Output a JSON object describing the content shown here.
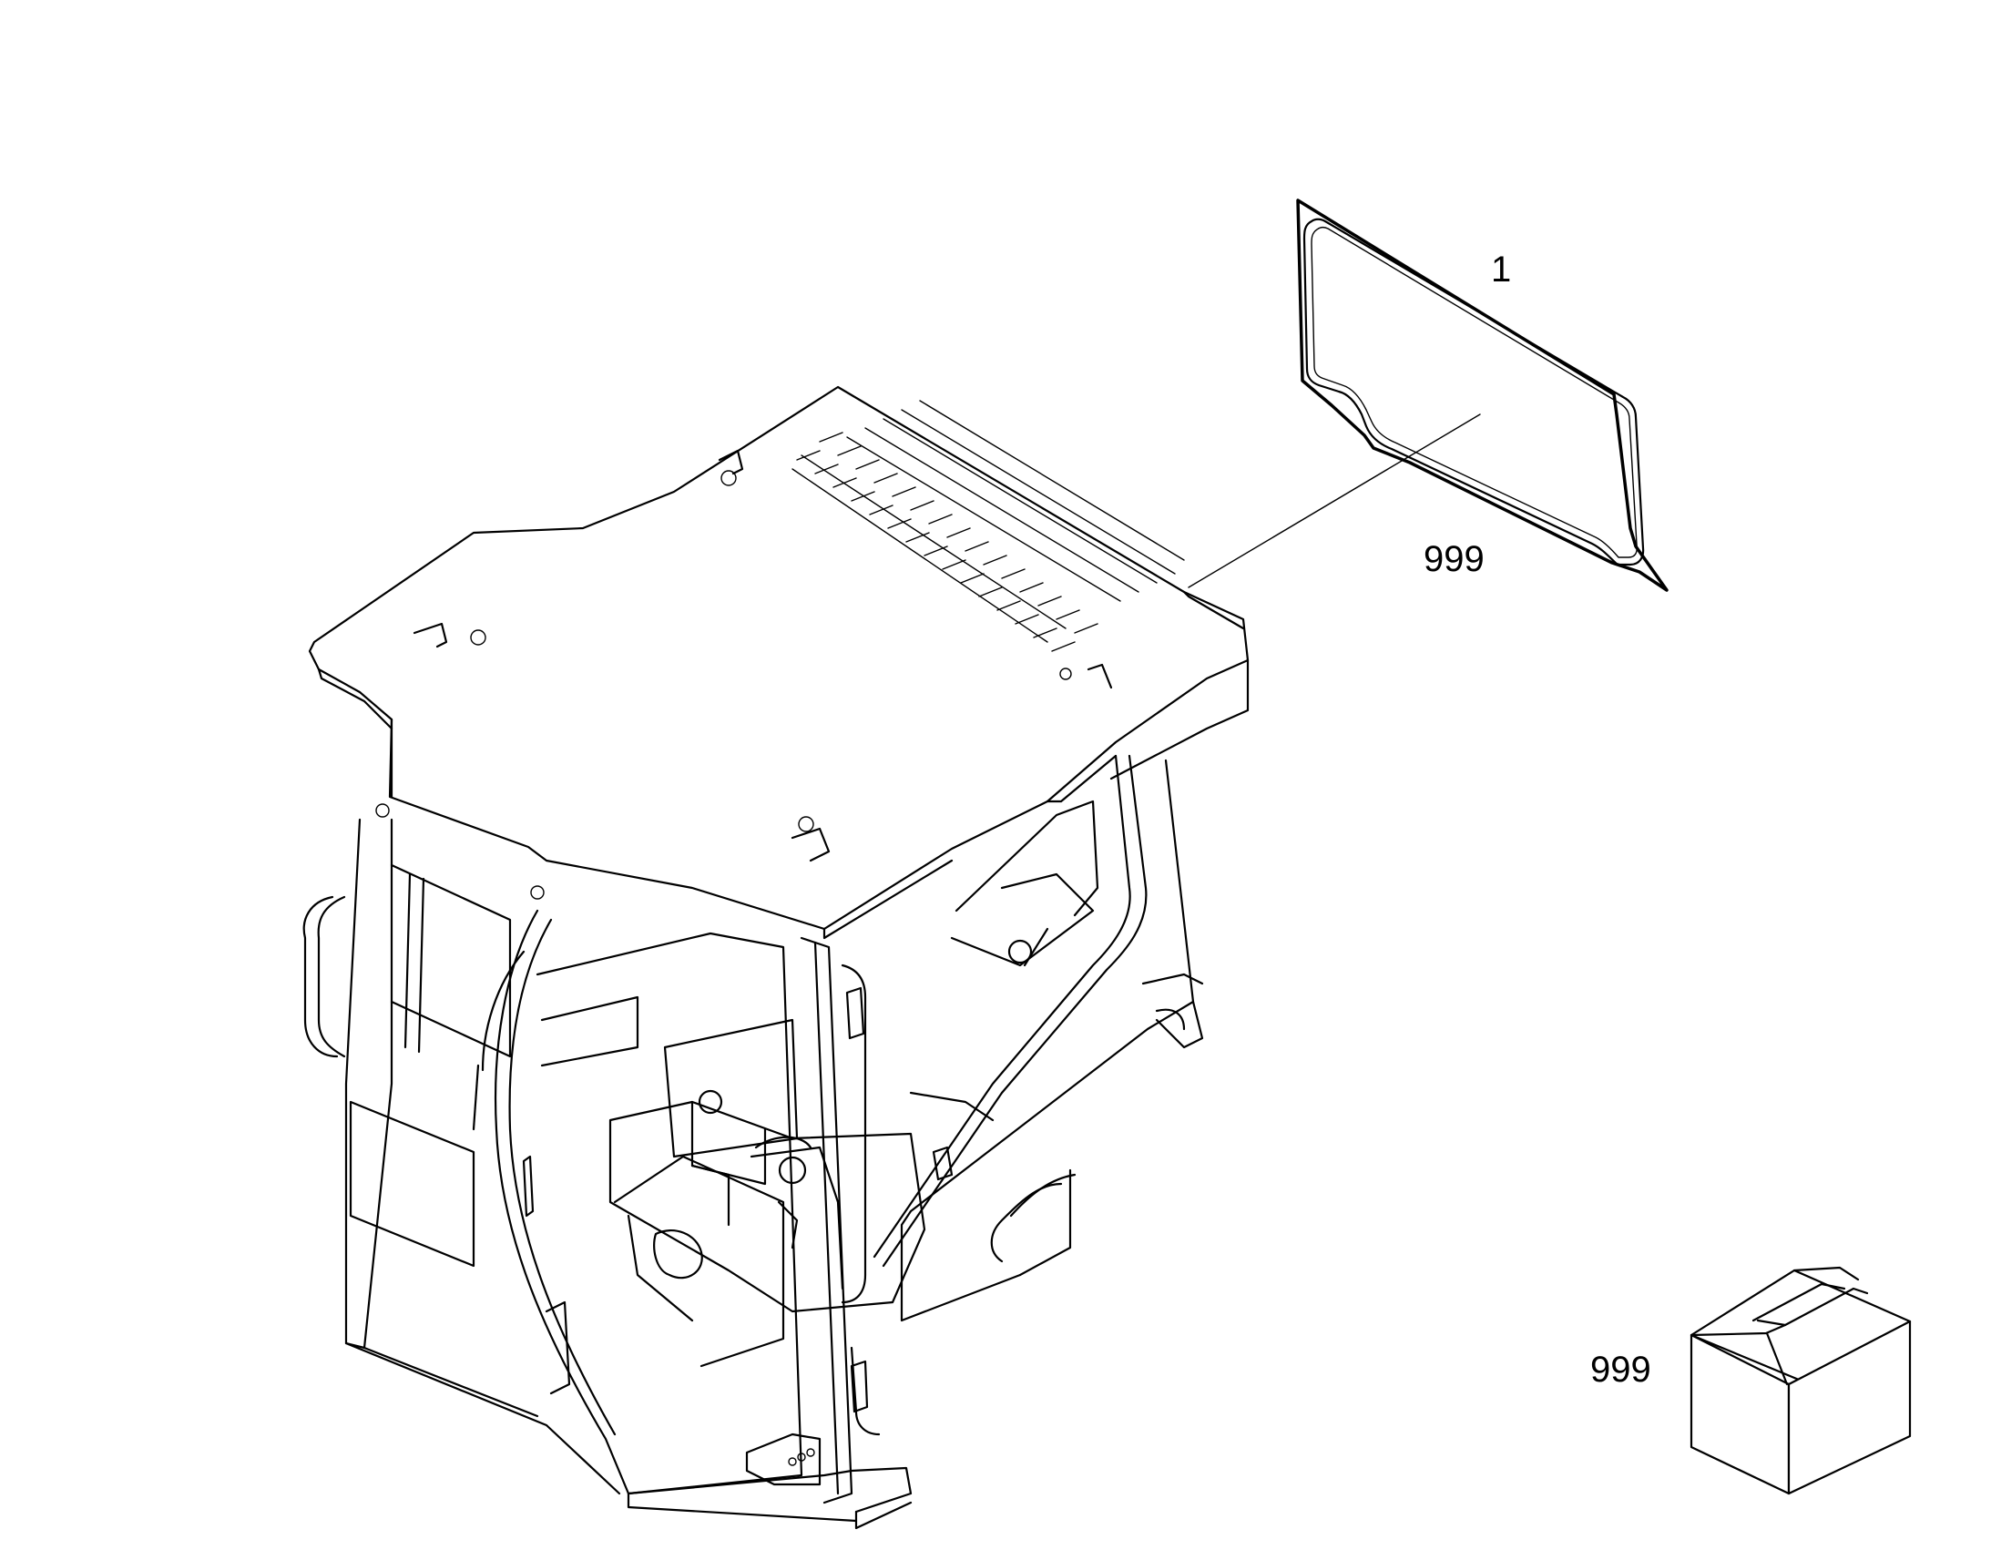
{
  "callouts": {
    "glass_item": "1",
    "glass_kit": "999",
    "box_kit": "999"
  }
}
